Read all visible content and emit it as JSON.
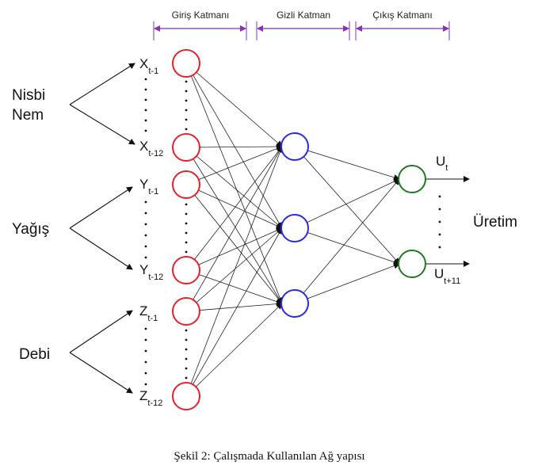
{
  "layers": {
    "input": "Giriş Katmanı",
    "hidden": "Gizli Katman",
    "output": "Çıkış Katmanı"
  },
  "groups": {
    "nisbi_line1": "Nisbi",
    "nisbi_line2": "Nem",
    "yagis": "Yağış",
    "debi": "Debi"
  },
  "inputs": [
    {
      "main": "X",
      "sub": "t-1"
    },
    {
      "main": "X",
      "sub": "t-12"
    },
    {
      "main": "Y",
      "sub": "t-1"
    },
    {
      "main": "Y",
      "sub": "t-12"
    },
    {
      "main": "Z",
      "sub": "t-1"
    },
    {
      "main": "Z",
      "sub": "t-12"
    }
  ],
  "outputs": [
    {
      "main": "U",
      "sub": "t"
    },
    {
      "main": "U",
      "sub": "t+11"
    }
  ],
  "output_label": "Üretim",
  "caption": "Şekil 2: Çalışmada Kullanılan Ağ yapısı",
  "colors": {
    "input_node": "#e8202a",
    "hidden_node": "#2a2ae0",
    "output_node": "#1f7a1f",
    "bracket": "#8b2fb8",
    "edge": "#222222"
  }
}
